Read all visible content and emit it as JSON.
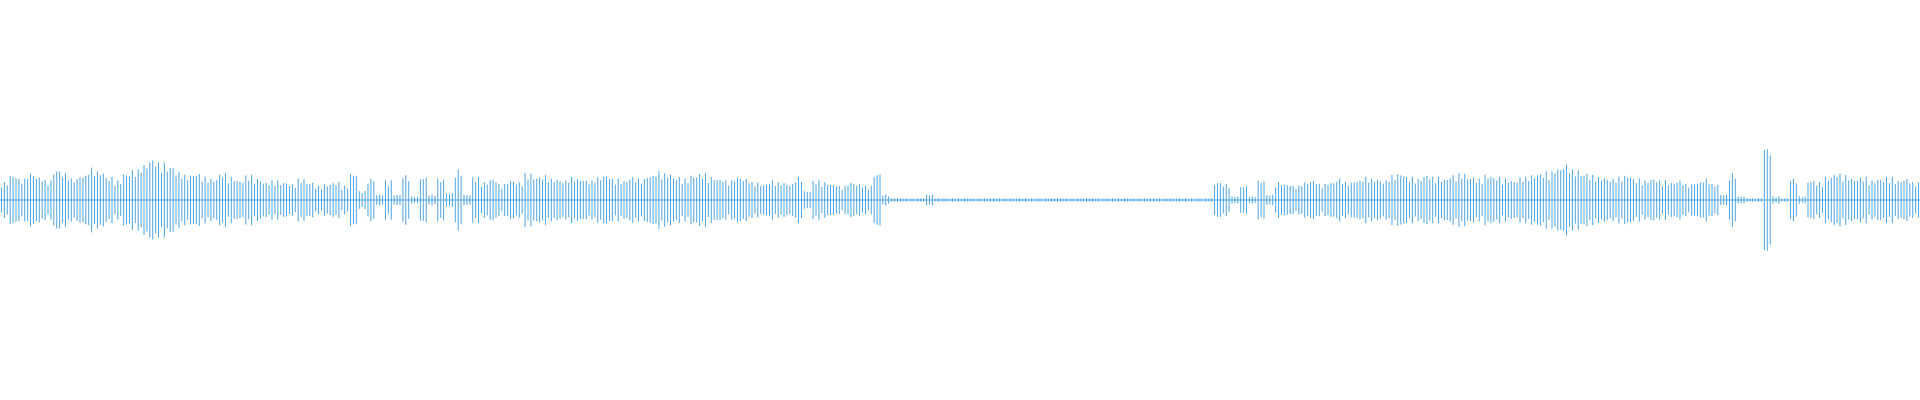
{
  "waveform": {
    "color": "#4da3e0",
    "background": "#ffffff",
    "amplitudes": [
      0.2,
      0.28,
      0.24,
      0.3,
      0.26,
      0.22,
      0.34,
      0.3,
      0.24,
      0.28,
      0.36,
      0.32,
      0.26,
      0.22,
      0.3,
      0.34,
      0.4,
      0.46,
      0.42,
      0.38,
      0.32,
      0.28,
      0.3,
      0.26,
      0.24,
      0.3,
      0.26,
      0.22,
      0.28,
      0.24,
      0.2,
      0.22,
      0.2,
      0.18,
      0.24,
      0.2,
      0.16,
      0.18,
      0.2,
      0.16,
      0.3,
      0.1,
      0.24,
      0.06,
      0.22,
      0.06,
      0.28,
      0.04,
      0.26,
      0.06,
      0.24,
      0.08,
      0.34,
      0.06,
      0.26,
      0.2,
      0.24,
      0.18,
      0.22,
      0.2,
      0.3,
      0.26,
      0.28,
      0.24,
      0.22,
      0.26,
      0.24,
      0.22,
      0.26,
      0.28,
      0.24,
      0.22,
      0.26,
      0.24,
      0.28,
      0.32,
      0.3,
      0.26,
      0.24,
      0.28,
      0.3,
      0.26,
      0.24,
      0.22,
      0.26,
      0.24,
      0.2,
      0.18,
      0.22,
      0.2,
      0.18,
      0.26,
      0.1,
      0.22,
      0.2,
      0.18,
      0.16,
      0.2,
      0.18,
      0.16,
      0.3,
      0.06,
      0.02,
      0.02,
      0.02,
      0.02,
      0.06,
      0.02,
      0.02,
      0.02,
      0.02,
      0.02,
      0.02,
      0.02,
      0.02,
      0.02,
      0.02,
      0.02,
      0.02,
      0.02,
      0.02,
      0.02,
      0.02,
      0.02,
      0.02,
      0.02,
      0.02,
      0.02,
      0.02,
      0.02,
      0.02,
      0.02,
      0.02,
      0.02,
      0.02,
      0.02,
      0.02,
      0.02,
      0.02,
      0.2,
      0.18,
      0.04,
      0.16,
      0.04,
      0.22,
      0.06,
      0.2,
      0.18,
      0.16,
      0.2,
      0.22,
      0.18,
      0.2,
      0.24,
      0.2,
      0.22,
      0.26,
      0.24,
      0.22,
      0.28,
      0.3,
      0.26,
      0.24,
      0.28,
      0.26,
      0.24,
      0.28,
      0.3,
      0.26,
      0.24,
      0.28,
      0.26,
      0.24,
      0.22,
      0.26,
      0.28,
      0.3,
      0.32,
      0.36,
      0.4,
      0.34,
      0.3,
      0.28,
      0.26,
      0.24,
      0.26,
      0.28,
      0.24,
      0.22,
      0.24,
      0.22,
      0.2,
      0.22,
      0.18,
      0.2,
      0.24,
      0.18,
      0.06,
      0.3,
      0.04,
      0.02,
      0.02,
      0.6,
      0.04,
      0.02,
      0.24,
      0.04,
      0.22,
      0.2,
      0.26,
      0.3,
      0.28,
      0.24,
      0.26,
      0.22,
      0.24,
      0.26,
      0.22,
      0.24,
      0.2
    ]
  }
}
